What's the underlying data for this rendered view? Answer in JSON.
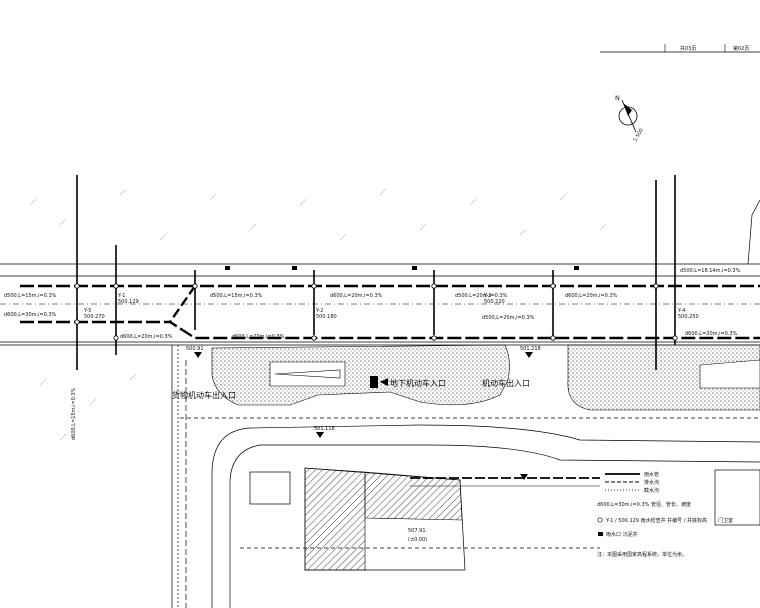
{
  "title_block": {
    "sheet_total": "共03页",
    "sheet_no": "第02页"
  },
  "north": {
    "label": "N",
    "scale": "1:500"
  },
  "elevations": [
    {
      "value": "500.91"
    },
    {
      "value": "501.218"
    },
    {
      "value": "501.118"
    },
    {
      "value": "507.91",
      "sub": "(±0.00)"
    }
  ],
  "entrances": [
    {
      "text": "货物机动车出入口"
    },
    {
      "text": "地下机动车入口"
    },
    {
      "text": "机动车出入口"
    }
  ],
  "pipes": {
    "upper_run": "d500,L=15m,i=0.3%",
    "lower_run": "d600,L=30m,i=0.3%",
    "segment_a": "d500,L=15m,i=0.3%",
    "segment_b": "d600,L=20m,i=0.3%",
    "segment_c": "d500,L=20m,i=0.3%",
    "segment_d": "d600,L=20m,i=0.3%",
    "right_upper": "d500,L=18.14m,i=0.3%",
    "right_lower": "d600,L=30m,i=0.3%",
    "vertical": "d600,L=15m,i=0.3%"
  },
  "nodes": [
    {
      "id": "Y-1",
      "elev": "500.129"
    },
    {
      "id": "Y-2",
      "elev": "500.180"
    },
    {
      "id": "Y-3",
      "elev": "500.220"
    },
    {
      "id": "Y-4",
      "elev": "500.250"
    },
    {
      "id": "Y-5",
      "elev": "500.270"
    }
  ],
  "legend": {
    "line1": "雨水管",
    "line2": "排水沟",
    "line3": "截水沟",
    "pipe_spec": "d600,L=30m,i=0.3%  管径、管长、坡度",
    "well": "Y-1 / 500.129  雨水检查井  井编号 / 井底标高",
    "inlet": "雨水口  沉泥井",
    "note": "注：本图采用国家高程系统，单位为米。",
    "building_note": "门卫室"
  }
}
